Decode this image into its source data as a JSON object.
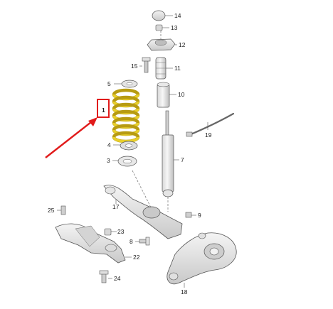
{
  "callouts": [
    {
      "id": "14",
      "label": "14"
    },
    {
      "id": "13",
      "label": "13"
    },
    {
      "id": "12",
      "label": "12"
    },
    {
      "id": "15",
      "label": "15"
    },
    {
      "id": "11",
      "label": "11"
    },
    {
      "id": "10",
      "label": "10"
    },
    {
      "id": "5",
      "label": "5"
    },
    {
      "id": "1",
      "label": "1"
    },
    {
      "id": "19",
      "label": "19"
    },
    {
      "id": "4",
      "label": "4"
    },
    {
      "id": "7",
      "label": "7"
    },
    {
      "id": "3",
      "label": "3"
    },
    {
      "id": "17",
      "label": "17"
    },
    {
      "id": "25",
      "label": "25"
    },
    {
      "id": "9",
      "label": "9"
    },
    {
      "id": "23",
      "label": "23"
    },
    {
      "id": "8",
      "label": "8"
    },
    {
      "id": "22",
      "label": "22"
    },
    {
      "id": "24",
      "label": "24"
    },
    {
      "id": "18",
      "label": "18"
    }
  ],
  "colors": {
    "spring": "#e8cf2a",
    "spring_shadow": "#b79b12",
    "highlight": "#e11b1b",
    "line": "#444444",
    "part_fill": "#ececec",
    "part_shade": "#cfcfcf"
  }
}
